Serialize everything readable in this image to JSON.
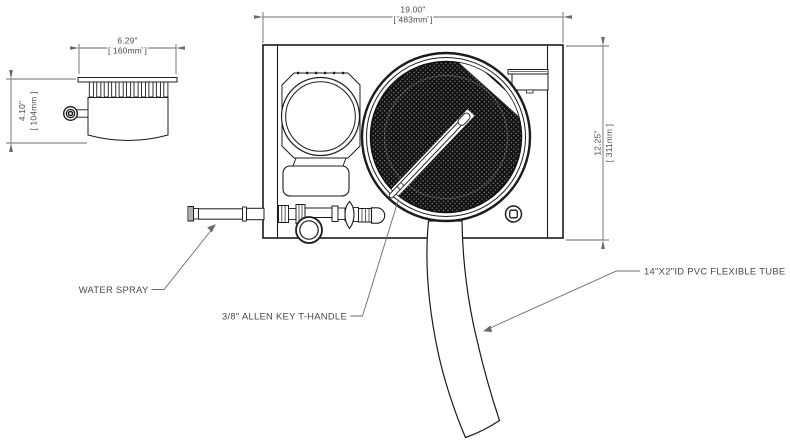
{
  "meta": {
    "type": "technical-drawing",
    "background": "#ffffff",
    "line_color": "#1c1c1c",
    "annotation_color": "#4a4a4a",
    "hatch_color": "#121212"
  },
  "labels": {
    "water_spray": "WATER SPRAY",
    "allen_key": "3/8\" ALLEN KEY T-HANDLE",
    "pvc_tube": "14\"X2\"ID PVC FLEXIBLE TUBE"
  },
  "dims": {
    "main_width_in": "19.00\"",
    "main_width_mm": "[ 483mm ]",
    "main_height_in": "12.25\"",
    "main_height_mm": "[ 311mm ]",
    "side_width_in": "6.29\"",
    "side_width_mm": "[ 160mm ]",
    "side_height_in": "4.10\"",
    "side_height_mm": "[ 104mm ]"
  }
}
